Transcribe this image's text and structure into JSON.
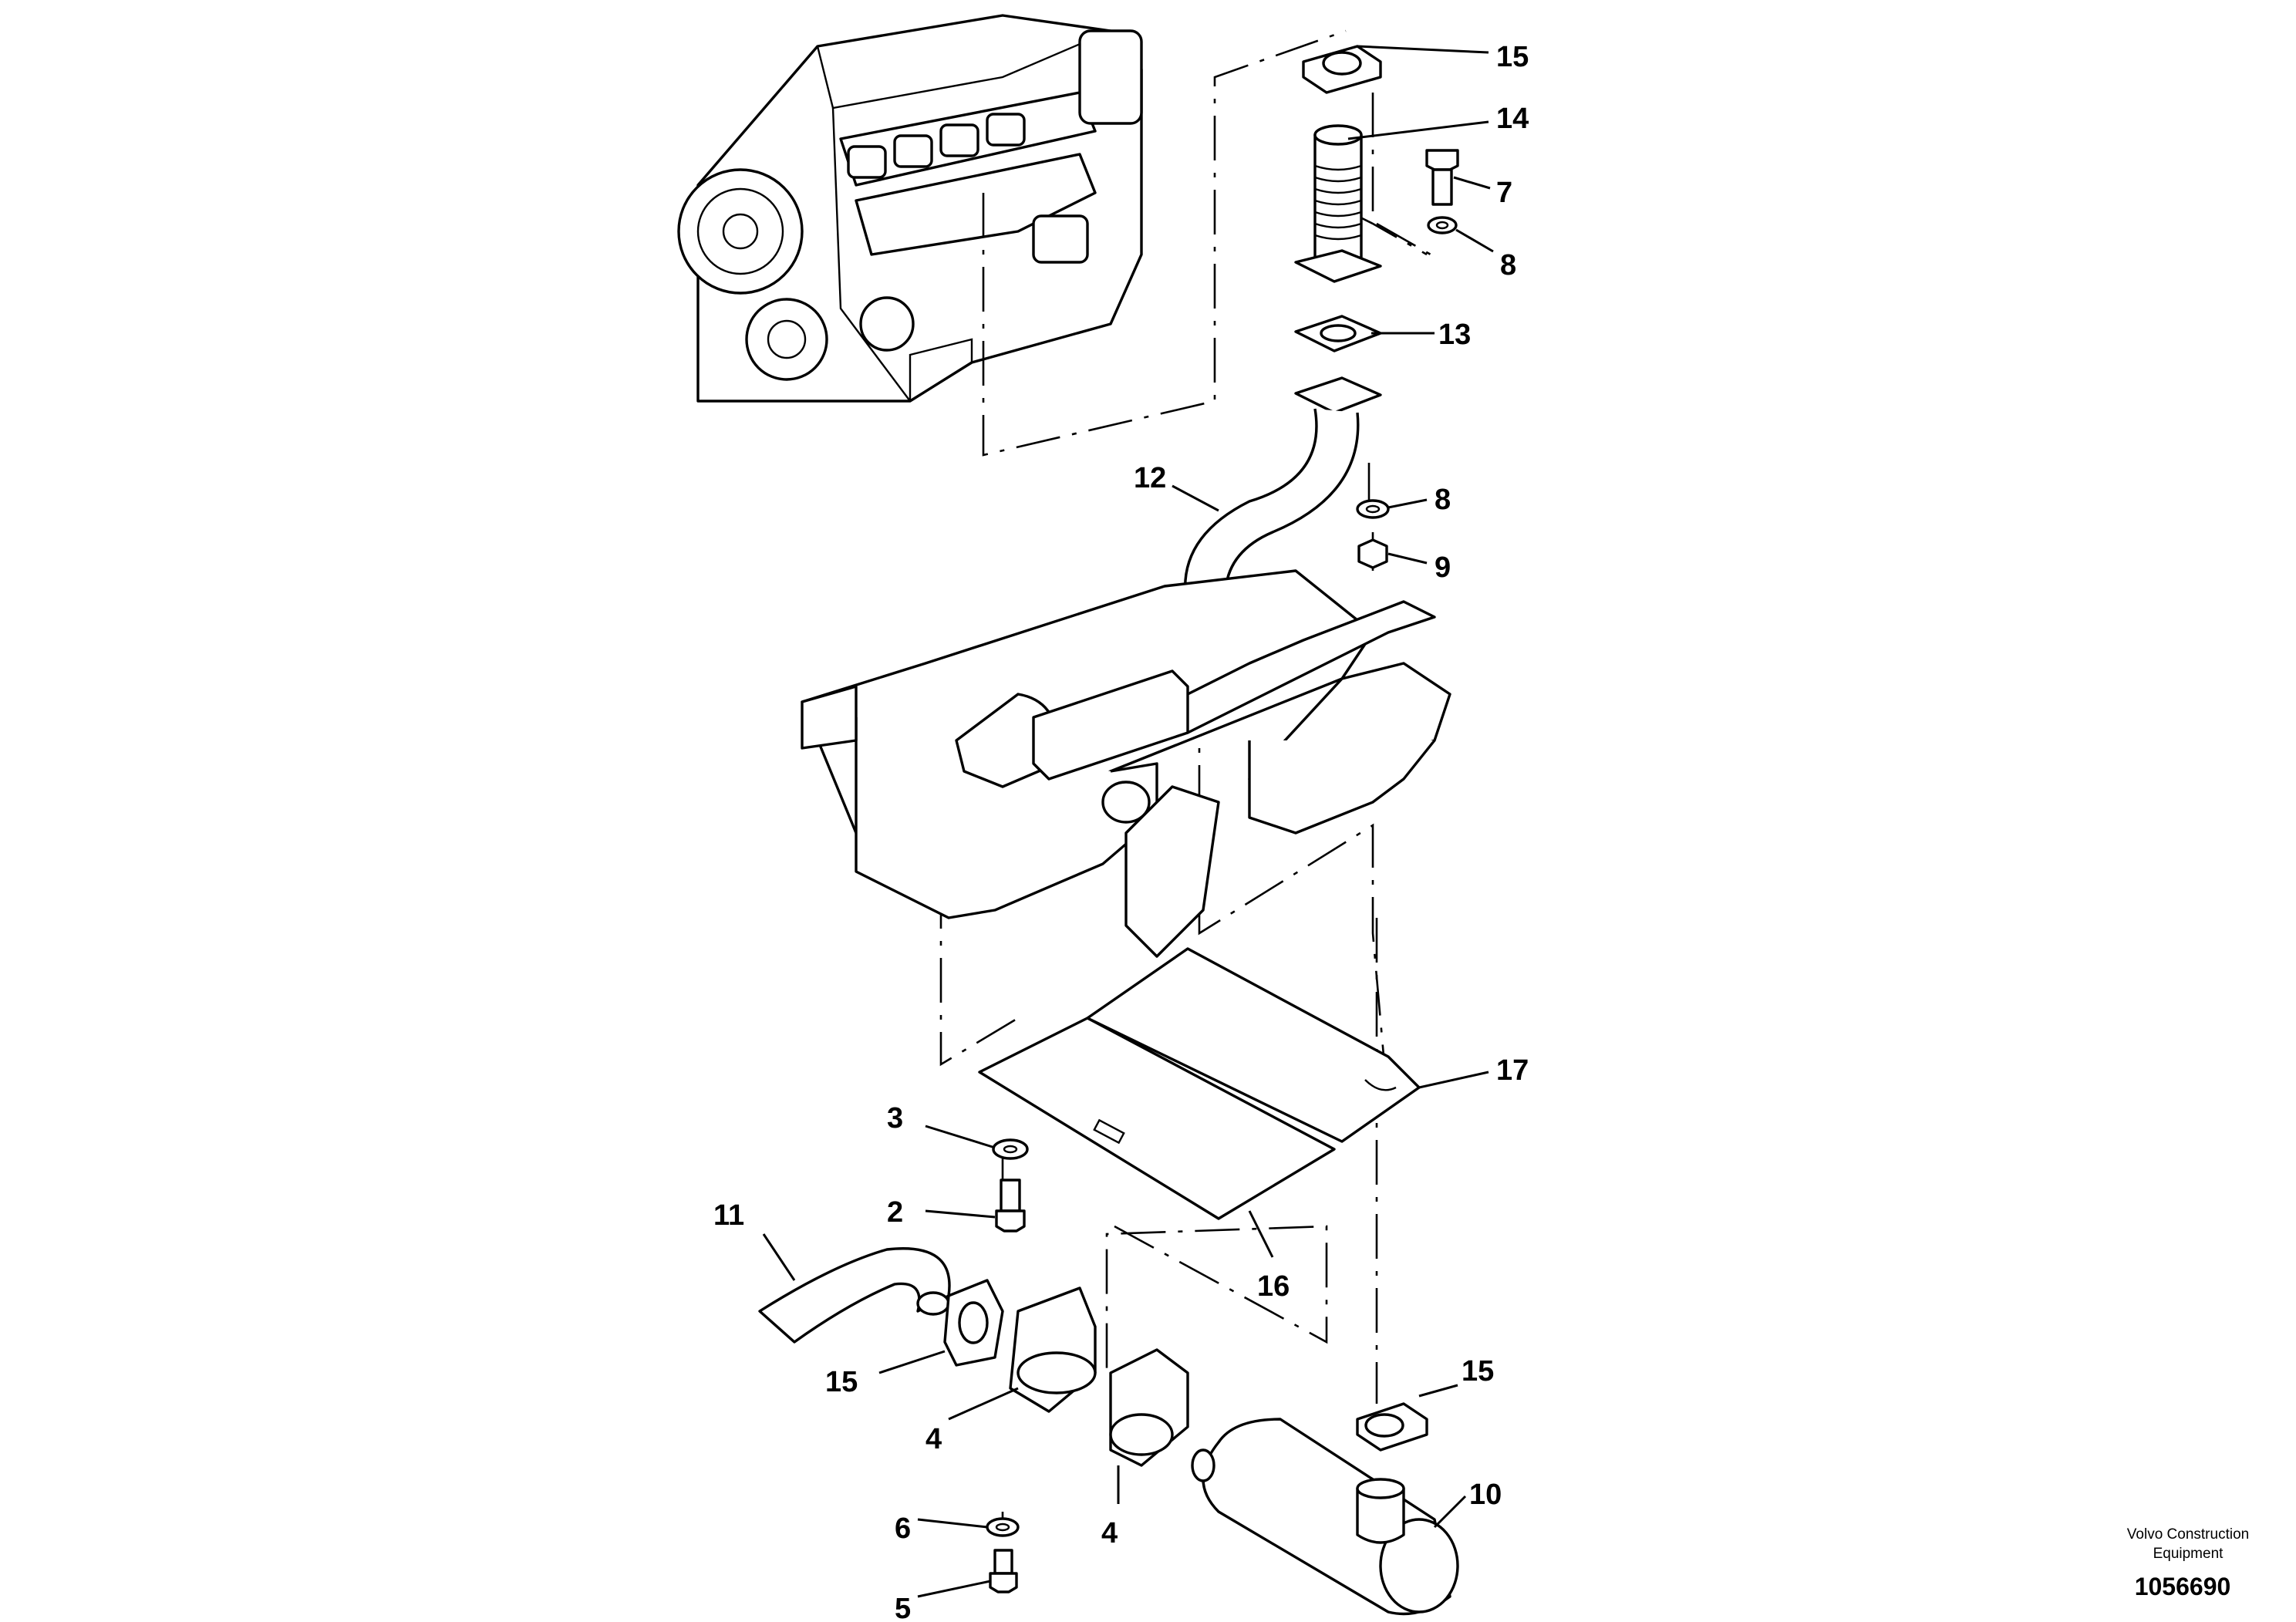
{
  "callouts": {
    "c15_top": "15",
    "c14": "14",
    "c7": "7",
    "c8_top": "8",
    "c13": "13",
    "c12": "12",
    "c8_mid": "8",
    "c9": "9",
    "c17": "17",
    "c3": "3",
    "c2": "2",
    "c11": "11",
    "c16": "16",
    "c15_left": "15",
    "c15_right": "15",
    "c4_left": "4",
    "c4_bottom": "4",
    "c6": "6",
    "c10": "10",
    "c5": "5"
  },
  "footer": {
    "brand_line1": "Volvo Construction",
    "brand_line2": "Equipment",
    "doc_number": "1056690"
  }
}
